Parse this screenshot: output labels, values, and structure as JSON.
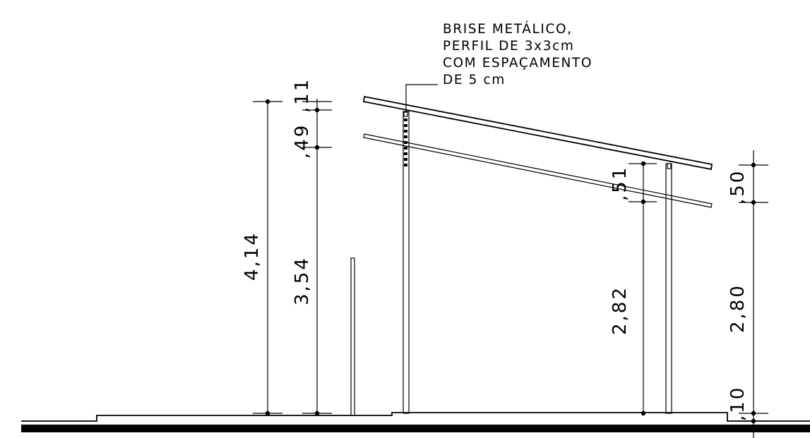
{
  "note": {
    "lines": [
      "BRISE METÁLICO,",
      "PERFIL DE 3x3cm",
      "COM ESPAÇAMENTO",
      "DE 5 cm"
    ]
  },
  "dimensions": {
    "left_outer_total": "4,14",
    "left_inner_height": "3,54",
    "left_inner_top": ",49",
    "left_inner_cap": ",11",
    "right_post_height": "2,82",
    "right_post_top": ",51",
    "right_outer_height": "2,80",
    "right_outer_top": ",50",
    "right_outer_base": ",10"
  }
}
